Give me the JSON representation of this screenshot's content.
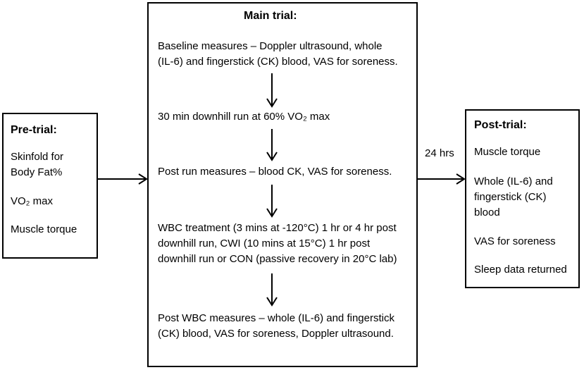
{
  "pre_trial": {
    "title": "Pre-trial:",
    "items": [
      "Skinfold for",
      "Body Fat%",
      "VO₂ max",
      "Muscle torque"
    ]
  },
  "main_trial": {
    "title": "Main trial:",
    "step1": [
      "Baseline measures – Doppler ultrasound, whole",
      "(IL-6) and fingerstick (CK) blood, VAS for soreness."
    ],
    "step2": "30 min downhill run at 60% VO₂ max",
    "step3": "Post run measures – blood CK, VAS for soreness.",
    "step4": [
      "WBC treatment (3 mins at -120°C) 1 hr or 4 hr post",
      "downhill run, CWI (10 mins at 15°C) 1 hr post",
      "downhill run or CON (passive recovery in 20°C lab)"
    ],
    "step5": [
      "Post WBC measures – whole (IL-6) and fingerstick",
      "(CK) blood, VAS for soreness, Doppler ultrasound."
    ]
  },
  "connector_label": "24 hrs",
  "post_trial": {
    "title": "Post-trial:",
    "items": [
      "Muscle torque",
      "Whole (IL-6) and",
      "fingerstick (CK)",
      "blood",
      "VAS for soreness",
      "Sleep data returned"
    ]
  }
}
